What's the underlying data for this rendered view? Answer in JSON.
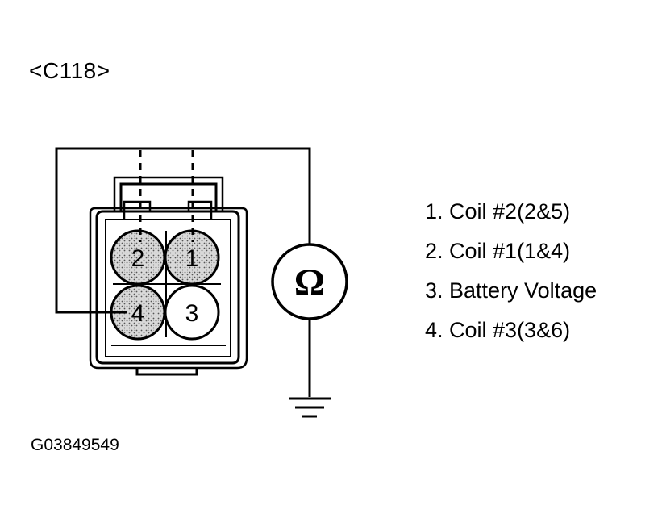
{
  "connector_id": "<C118>",
  "figure_code": "G03849549",
  "meter_symbol": "Ω",
  "pins": [
    {
      "number": "1",
      "shaded": true
    },
    {
      "number": "2",
      "shaded": true
    },
    {
      "number": "3",
      "shaded": false
    },
    {
      "number": "4",
      "shaded": true
    }
  ],
  "legend": [
    "1. Coil #2(2&5)",
    "2. Coil #1(1&4)",
    "3. Battery Voltage",
    "4. Coil #3(3&6)"
  ]
}
